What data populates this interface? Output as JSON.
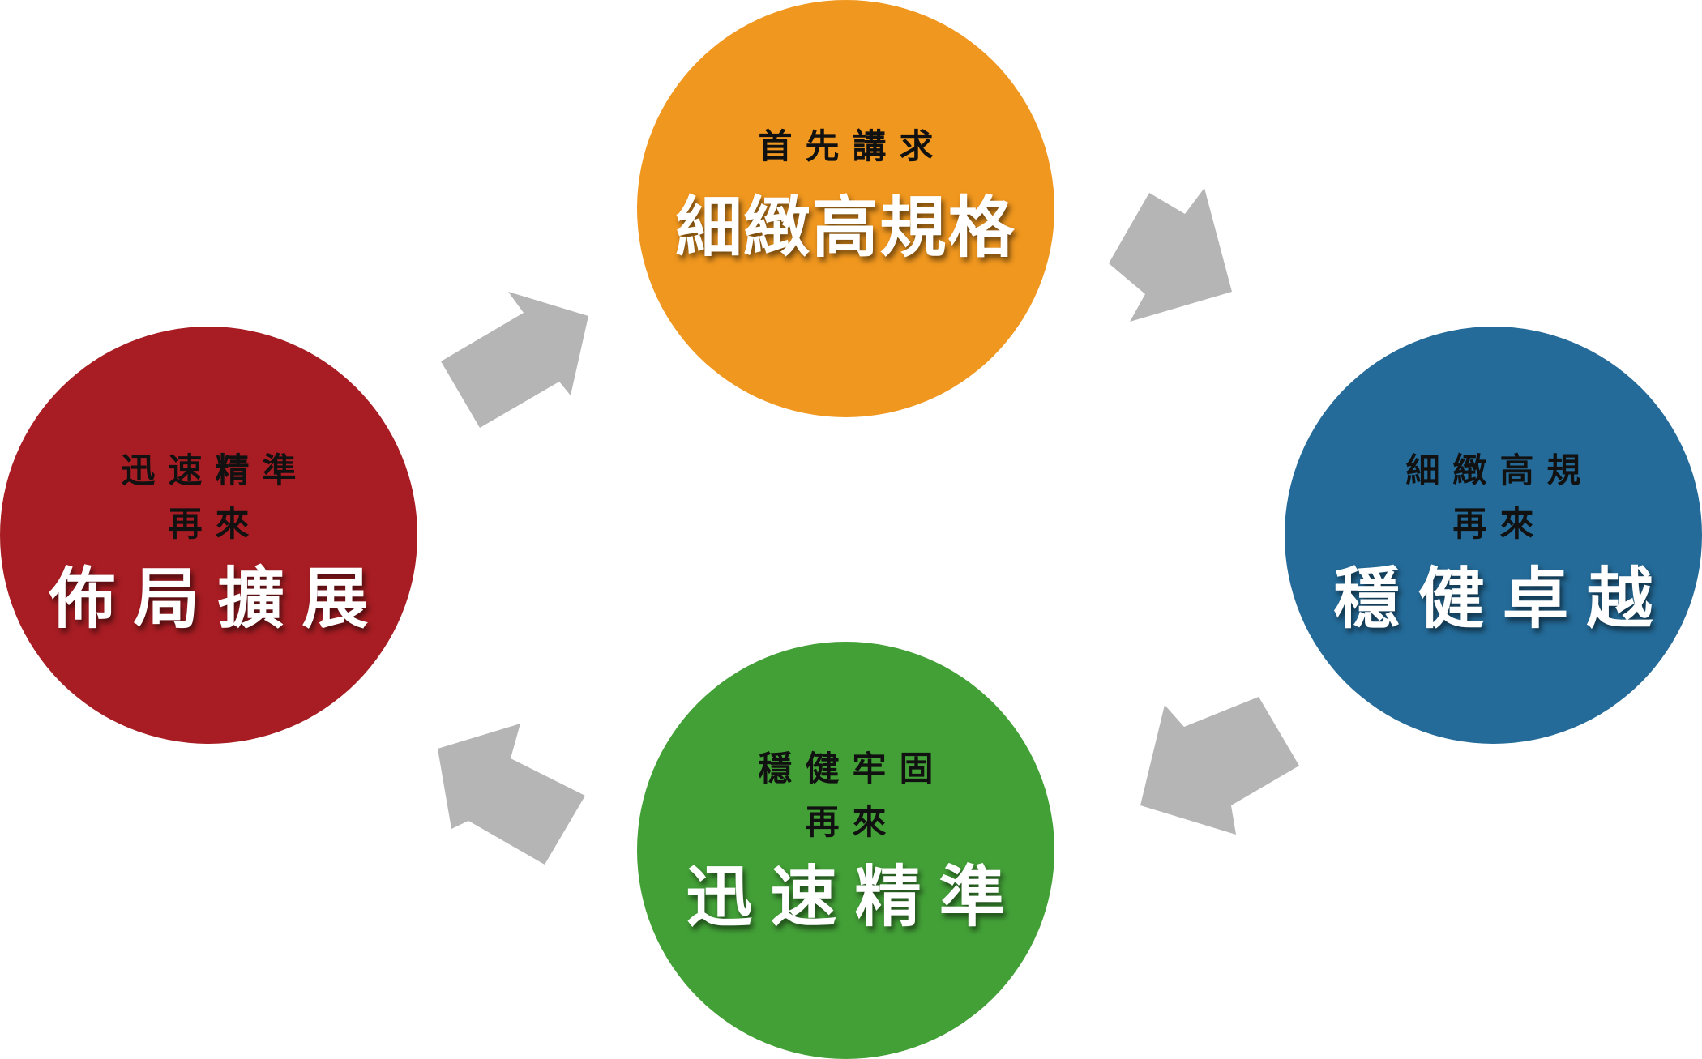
{
  "colors": {
    "top": "#f0971f",
    "right": "#246b99",
    "bottom": "#43a037",
    "left": "#a71d23",
    "arrow": "#b5b5b5"
  },
  "nodes": {
    "top": {
      "sub_lines": [
        "首先講求"
      ],
      "main": "細緻高規格"
    },
    "right": {
      "sub_lines": [
        "細緻高規",
        "再來"
      ],
      "main": "穩健卓越"
    },
    "bottom": {
      "sub_lines": [
        "穩健牢固",
        "再來"
      ],
      "main": "迅速精準"
    },
    "left": {
      "sub_lines": [
        "迅速精準",
        "再來"
      ],
      "main": "佈局擴展"
    }
  },
  "arrows": [
    {
      "from": "top",
      "to": "right",
      "icon": "arrow-right-down-icon"
    },
    {
      "from": "right",
      "to": "bottom",
      "icon": "arrow-left-down-icon"
    },
    {
      "from": "bottom",
      "to": "left",
      "icon": "arrow-left-up-icon"
    },
    {
      "from": "left",
      "to": "top",
      "icon": "arrow-right-up-icon"
    }
  ]
}
